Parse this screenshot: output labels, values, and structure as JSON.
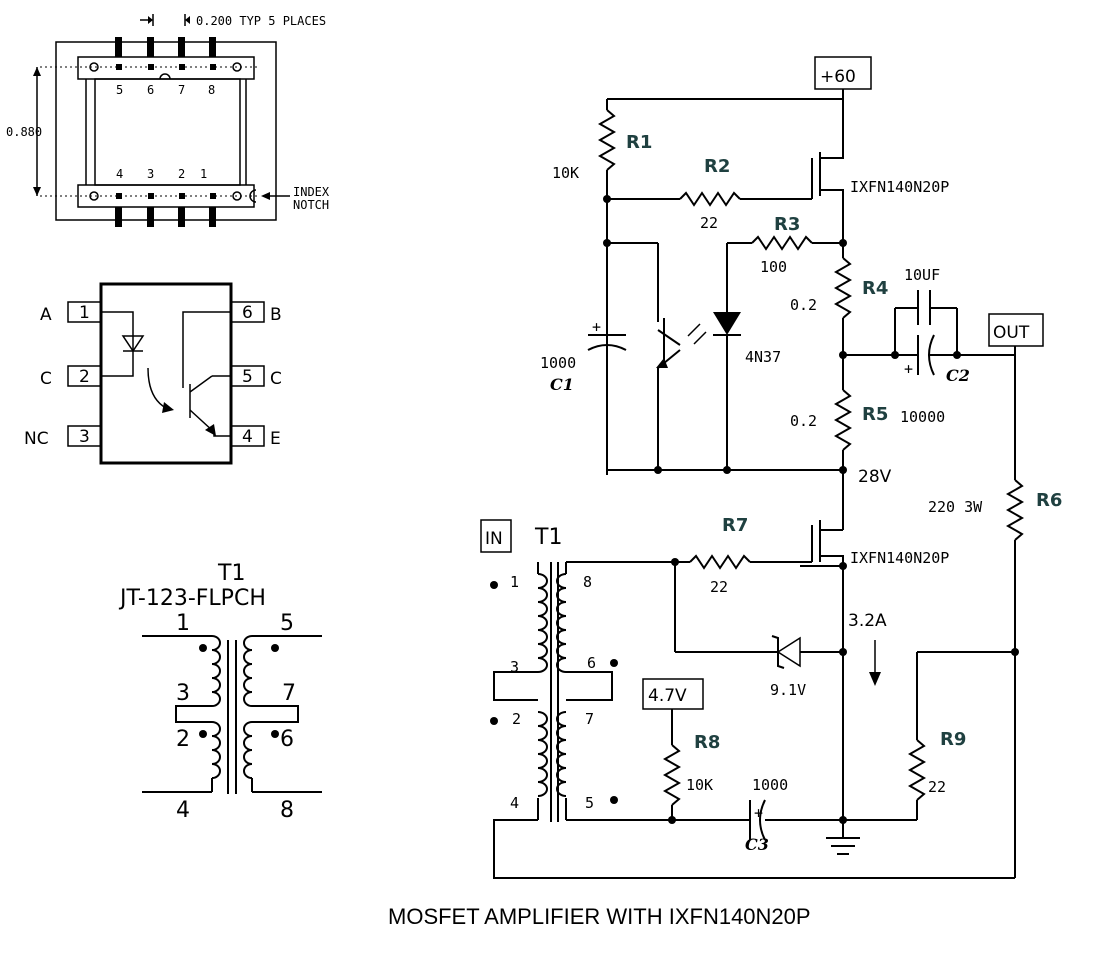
{
  "title": "MOSFET AMPLIFIER WITH IXFN140N20P",
  "package": {
    "pitch_label": "0.200 TYP 5 PLACES",
    "height_label": "0.880",
    "index_label_1": "INDEX",
    "index_label_2": "NOTCH",
    "top_pins": [
      "5",
      "6",
      "7",
      "8"
    ],
    "bottom_pins": [
      "4",
      "3",
      "2",
      "1"
    ]
  },
  "optocoupler": {
    "left_labels": [
      "A",
      "C",
      "NC"
    ],
    "left_pins": [
      "1",
      "2",
      "3"
    ],
    "right_pins": [
      "6",
      "5",
      "4"
    ],
    "right_labels": [
      "B",
      "C",
      "E"
    ]
  },
  "transformer_symbol": {
    "title": "T1",
    "part": "JT-123-FLPCH",
    "pins": {
      "p1": "1",
      "p5": "5",
      "p3": "3",
      "p7": "7",
      "p2": "2",
      "p6": "6",
      "p4": "4",
      "p8": "8"
    }
  },
  "schematic": {
    "supply": "+60",
    "out": "OUT",
    "in": "IN",
    "r1": {
      "ref": "R1",
      "value": "10K"
    },
    "r2": {
      "ref": "R2",
      "value": "22"
    },
    "r3": {
      "ref": "R3",
      "value": "100"
    },
    "r4": {
      "ref": "R4",
      "value": "0.2"
    },
    "r5": {
      "ref": "R5",
      "value": "0.2",
      "extra": "10000"
    },
    "r6": {
      "ref": "R6",
      "value": "220 3W"
    },
    "r7": {
      "ref": "R7",
      "value": "22"
    },
    "r8": {
      "ref": "R8",
      "value": "10K"
    },
    "r9": {
      "ref": "R9",
      "value": "22"
    },
    "c1": {
      "ref": "C1",
      "value": "1000",
      "plus": "+"
    },
    "c2": {
      "ref": "C2",
      "value": "10UF",
      "plus": "+"
    },
    "c3": {
      "ref": "C3",
      "value": "1000",
      "plus": "+"
    },
    "q_top": "IXFN140N20P",
    "q_bottom": "IXFN140N20P",
    "opto": "4N37",
    "mid_voltage": "28V",
    "zener": "9.1V",
    "current": "3.2A",
    "ref_voltage": "4.7V",
    "t1": {
      "ref": "T1",
      "pins": {
        "p1": "1",
        "p8": "8",
        "p3": "3",
        "p6": "6",
        "p2": "2",
        "p7": "7",
        "p4": "4",
        "p5": "5"
      }
    }
  }
}
